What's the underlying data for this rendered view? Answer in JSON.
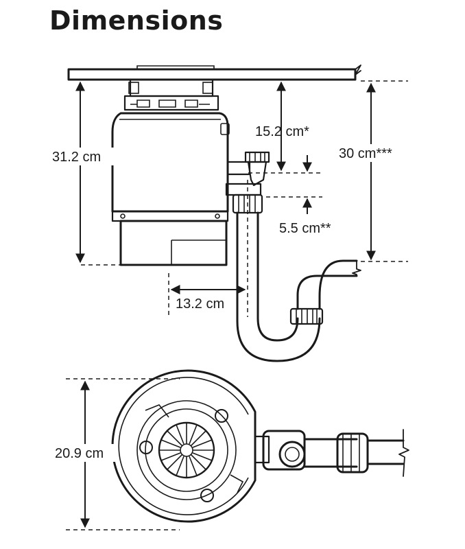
{
  "title": "Dimensions",
  "dimensions": {
    "unit_height": "31.2 cm",
    "top_to_inlet": "15.2 cm*",
    "inlet_to_outlet": "5.5 cm**",
    "mount_to_drain": "30 cm***",
    "outlet_offset": "13.2 cm",
    "diameter": "20.9 cm"
  },
  "colors": {
    "ink": "#1a1a1a",
    "body": "#ffffff",
    "shade": "#e6e6e6"
  }
}
